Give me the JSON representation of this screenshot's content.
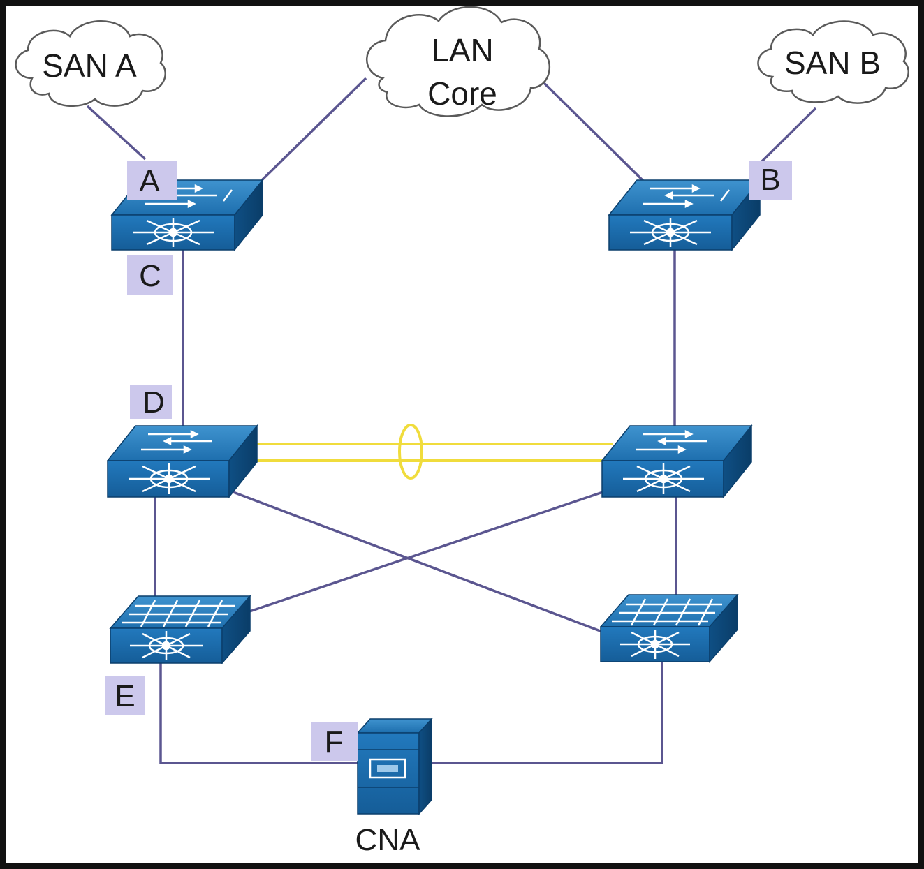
{
  "clouds": {
    "san_a": {
      "line1": "SAN A"
    },
    "lan_core": {
      "line1": "LAN",
      "line2": "Core"
    },
    "san_b": {
      "line1": "SAN B"
    }
  },
  "tags": {
    "a": "A",
    "b": "B",
    "c": "C",
    "d": "D",
    "e": "E",
    "f": "F"
  },
  "devices": {
    "host_caption": "CNA"
  },
  "colors": {
    "link": "#5b5690",
    "port_channel": "#f0dc3c",
    "device": "#1f70b4",
    "tag_background": "#ccc8ec"
  },
  "icons": [
    "cloud-icon",
    "multilayer-switch-icon",
    "fabric-switch-icon",
    "server-icon"
  ]
}
